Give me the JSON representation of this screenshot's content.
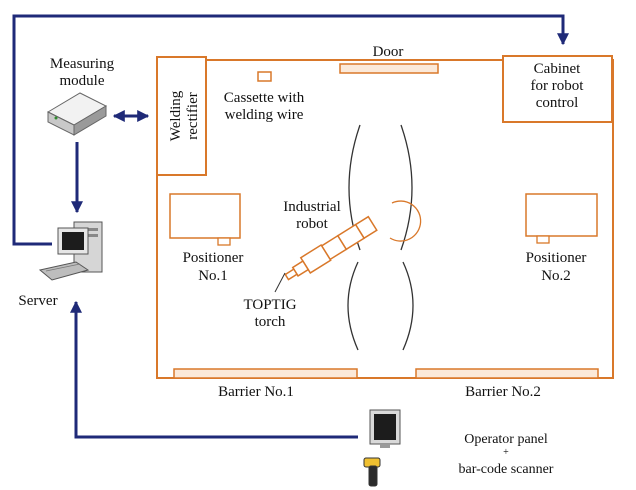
{
  "colors": {
    "cell_outline": "#d9782a",
    "barrier_fill": "#fbe9d9",
    "link_arrow": "#1f2a78",
    "text": "#111111"
  },
  "labels": {
    "measuring_module": [
      "Measuring",
      "module"
    ],
    "welding_rectifier": [
      "Welding",
      "rectifier"
    ],
    "cassette": [
      "Cassette with",
      "welding wire"
    ],
    "door": "Door",
    "cabinet": [
      "Cabinet",
      "for robot",
      "control"
    ],
    "industrial_robot": [
      "Industrial",
      "robot"
    ],
    "positioner_1": [
      "Positioner",
      "No.1"
    ],
    "positioner_2": [
      "Positioner",
      "No.2"
    ],
    "toptig_torch": [
      "TOPTIG",
      "torch"
    ],
    "server": "Server",
    "barrier_1": "Barrier No.1",
    "barrier_2": "Barrier No.2",
    "operator_panel": [
      "Operator panel",
      "+",
      "bar-code scanner"
    ]
  },
  "icons": [
    "measuring-module-icon",
    "server-computer-icon",
    "operator-panel-monitor-icon",
    "barcode-scanner-icon"
  ]
}
